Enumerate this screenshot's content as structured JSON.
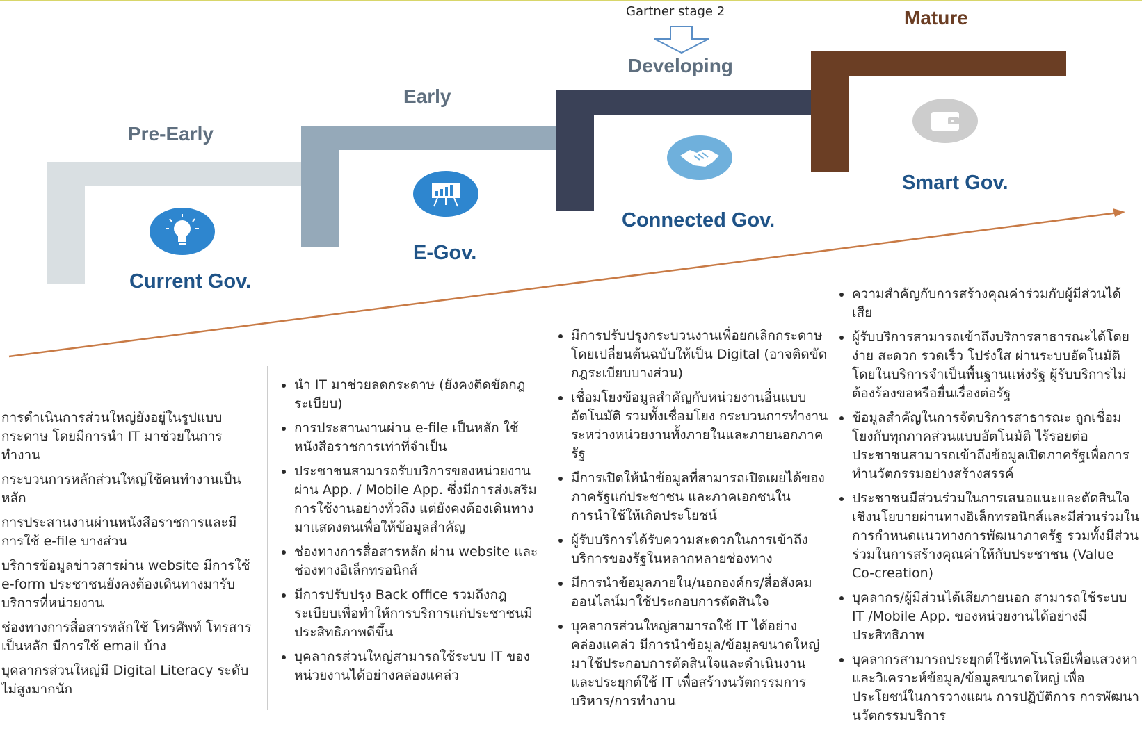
{
  "header": {
    "gartner_label": "Gartner stage 2"
  },
  "stages": [
    {
      "level": "Pre-Early",
      "name": "Current Gov.",
      "icon": "lightbulb-icon",
      "color": "#d9dfe2"
    },
    {
      "level": "Early",
      "name": "E-Gov.",
      "icon": "presentation-chart-icon",
      "color": "#95a9b9"
    },
    {
      "level": "Developing",
      "name": "Connected Gov.",
      "icon": "handshake-icon",
      "color": "#3a4157"
    },
    {
      "level": "Mature",
      "name": "Smart Gov.",
      "icon": "wallet-icon",
      "color": "#6b3e24"
    }
  ],
  "colors": {
    "level_text": "#5f6f7f",
    "mature_text": "#6b3e24",
    "gov_text": "#1f5387",
    "icon_blue": "#2e86cf",
    "icon_lightblue": "#6fb0dc",
    "icon_grey": "#cdcdcd",
    "trend_arrow": "#c87a45"
  },
  "descriptions": [
    {
      "items": [
        "การดำเนินการส่วนใหญ่ยังอยู่ในรูปแบบกระดาษ โดยมีการนำ IT มาช่วยในการทำงาน",
        "กระบวนการหลักส่วนใหญ่ใช้คนทำงานเป็นหลัก",
        "การประสานงานผ่านหนังสือราชการและมีการใช้ e-file บางส่วน",
        "บริการข้อมูลข่าวสารผ่าน website มีการใช้ e-form ประชาชนยังคงต้องเดินทางมารับบริการที่หน่วยงาน",
        "ช่องทางการสื่อสารหลักใช้ โทรศัพท์ โทรสารเป็นหลัก มีการใช้ email บ้าง",
        "บุคลากรส่วนใหญ่มี Digital Literacy ระดับไม่สูงมากนัก"
      ]
    },
    {
      "items": [
        "นำ IT มาช่วยลดกระดาษ (ยังคงติดขัดกฎระเบียบ)",
        "การประสานงานผ่าน e-file เป็นหลัก ใช้หนังสือราชการเท่าที่จำเป็น",
        "ประชาชนสามารถรับบริการของหน่วยงานผ่าน App. / Mobile App. ซึ่งมีการส่งเสริมการใช้งานอย่างทั่วถึง แต่ยังคงต้องเดินทางมาแสดงตนเพื่อให้ข้อมูลสำคัญ",
        "ช่องทางการสื่อสารหลัก ผ่าน website และช่องทางอิเล็กทรอนิกส์",
        "มีการปรับปรุง Back office รวมถึงกฎระเบียบเพื่อทำให้การบริการแก่ประชาชนมีประสิทธิภาพดีขึ้น",
        "บุคลากรส่วนใหญ่สามารถใช้ระบบ IT ของหน่วยงานได้อย่างคล่องแคล่ว"
      ]
    },
    {
      "items": [
        "มีการปรับปรุงกระบวนงานเพื่อยกเลิกกระดาษ โดยเปลี่ยนต้นฉบับให้เป็น Digital (อาจติดขัดกฎระเบียบบางส่วน)",
        "เชื่อมโยงข้อมูลสำคัญกับหน่วยงานอื่นแบบอัตโนมัติ รวมทั้งเชื่อมโยง กระบวนการทำงานระหว่างหน่วยงานทั้งภายในและภายนอกภาครัฐ",
        "มีการเปิดให้นำข้อมูลที่สามารถเปิดเผยได้ของภาครัฐแก่ประชาชน และภาคเอกชนในการนำใช้ให้เกิดประโยชน์",
        "ผู้รับบริการได้รับความสะดวกในการเข้าถึงบริการของรัฐในหลากหลายช่องทาง",
        "มีการนำข้อมูลภายใน/นอกองค์กร/สื่อสังคมออนไลน์มาใช้ประกอบการตัดสินใจ",
        "บุคลากรส่วนใหญ่สามารถใช้ IT ได้อย่างคล่องแคล่ว มีการนำข้อมูล/ข้อมูลขนาดใหญ่มาใช้ประกอบการตัดสินใจและดำเนินงาน และประยุกต์ใช้ IT เพื่อสร้างนวัตกรรมการบริหาร/การทำงาน"
      ]
    },
    {
      "items": [
        "ความสำคัญกับการสร้างคุณค่าร่วมกับผู้มีส่วนได้เสีย",
        "ผู้รับบริการสามารถเข้าถึงบริการสาธารณะได้โดยง่าย สะดวก รวดเร็ว โปร่งใส ผ่านระบบอัตโนมัติ โดยในบริการจำเป็นพื้นฐานแห่งรัฐ ผู้รับบริการไม่ต้องร้องขอหรือยื่นเรื่องต่อรัฐ",
        "ข้อมูลสำคัญในการจัดบริการสาธารณะ ถูกเชื่อมโยงกับทุกภาคส่วนแบบอัตโนมัติ ไร้รอยต่อ ประชาชนสามารถเข้าถึงข้อมูลเปิดภาครัฐเพื่อการทำนวัตกรรมอย่างสร้างสรรค์",
        "ประชาชนมีส่วนร่วมในการเสนอแนะและตัดสินใจเชิงนโยบายผ่านทางอิเล็กทรอนิกส์และมีส่วนร่วมในการกำหนดแนวทางการพัฒนาภาครัฐ รวมทั้งมีส่วนร่วมในการสร้างคุณค่าให้กับประชาชน (Value Co-creation)",
        "บุคลากร/ผู้มีส่วนได้เสียภายนอก สามารถใช้ระบบ IT /Mobile App. ของหน่วยงานได้อย่างมีประสิทธิภาพ",
        "บุคลากรสามารถประยุกต์ใช้เทคโนโลยีเพื่อแสวงหาและวิเคราะห์ข้อมูล/ข้อมูลขนาดใหญ่ เพื่อประโยชน์ในการวางแผน การปฏิบัติการ การพัฒนานวัตกรรมบริการ"
      ]
    }
  ]
}
